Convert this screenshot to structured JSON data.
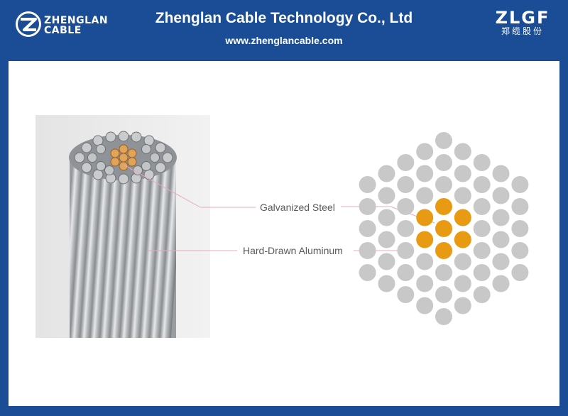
{
  "header": {
    "logo_line1": "ZHENGLAN",
    "logo_line2": "CABLE",
    "company": "Zhenglan Cable Technology Co., Ltd",
    "website": "www.zhenglancable.com",
    "brand_main": "ZLGF",
    "brand_sub": "郑缆股份"
  },
  "diagram": {
    "label_steel": "Galvanized Steel",
    "label_aluminum": "Hard-Drawn Aluminum",
    "colors": {
      "steel": "#e89a12",
      "aluminum": "#c8c8c8",
      "leader": "#e8a8c0",
      "background": "#1a4d96"
    }
  }
}
